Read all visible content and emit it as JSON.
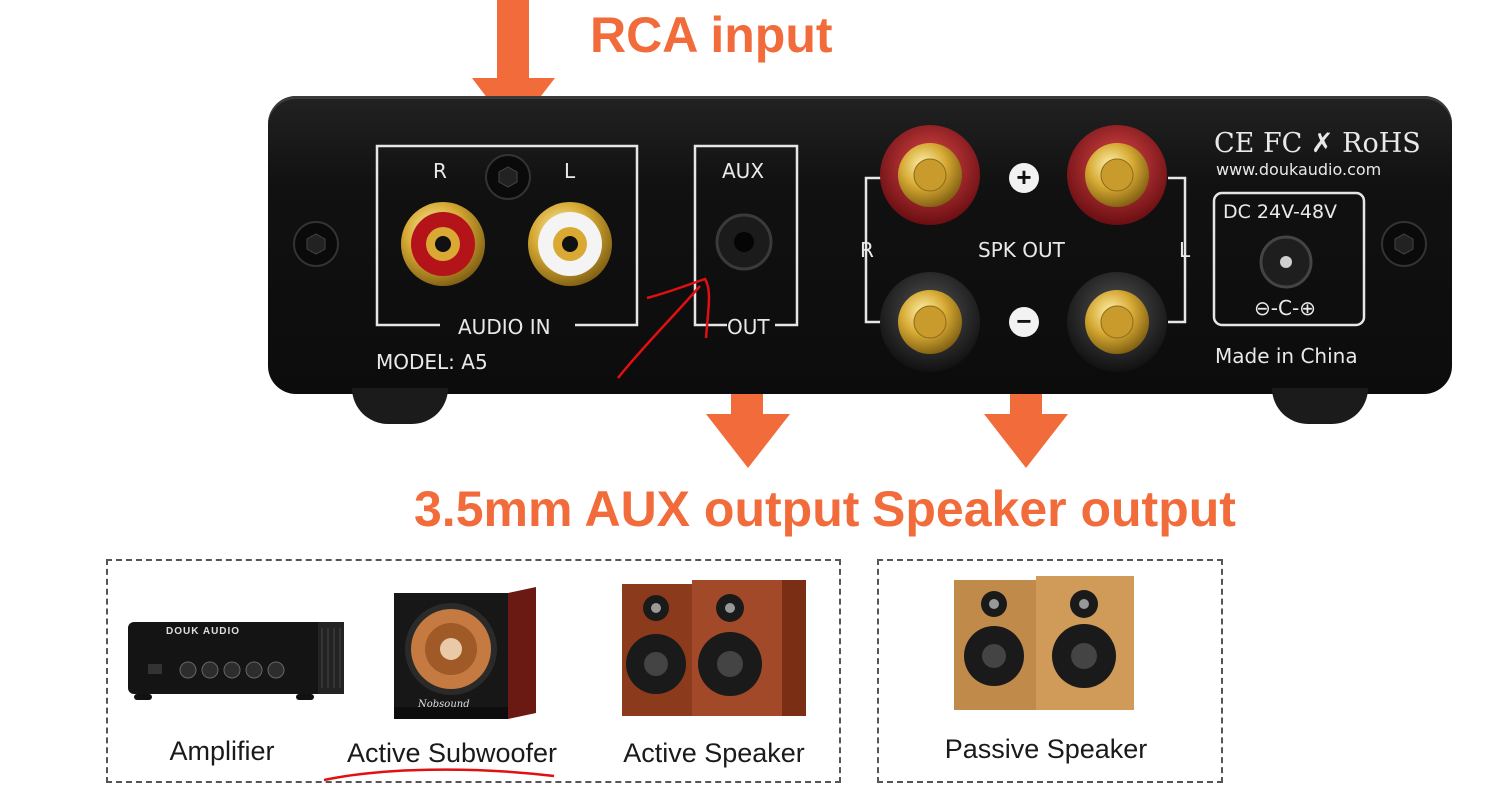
{
  "titles": {
    "rca_input": "RCA input",
    "aux_output": "3.5mm AUX output",
    "speaker_output": "Speaker output"
  },
  "panel": {
    "rca_right": "R",
    "rca_left": "L",
    "audio_in": "AUDIO IN",
    "aux": "AUX",
    "out": "OUT",
    "model": "MODEL: A5",
    "spk_right": "R",
    "spk_left": "L",
    "spk_out": "SPK OUT",
    "plus": "+",
    "minus": "−",
    "certs": "CE FC ✗ RoHS",
    "website": "www.doukaudio.com",
    "dc": "DC 24V-48V",
    "polarity": "⊖-C-⊕",
    "made_in": "Made in China"
  },
  "devices": {
    "amplifier": {
      "caption": "Amplifier",
      "brand": "DOUK AUDIO"
    },
    "subwoofer": {
      "caption": "Active Subwoofer",
      "brand": "Nobsound"
    },
    "active_speaker": {
      "caption": "Active Speaker"
    },
    "passive_speaker": {
      "caption": "Passive Speaker"
    }
  },
  "colors": {
    "accent_orange": "#f26b3a",
    "panel_black": "#141414",
    "annotation_red": "#e01010"
  }
}
